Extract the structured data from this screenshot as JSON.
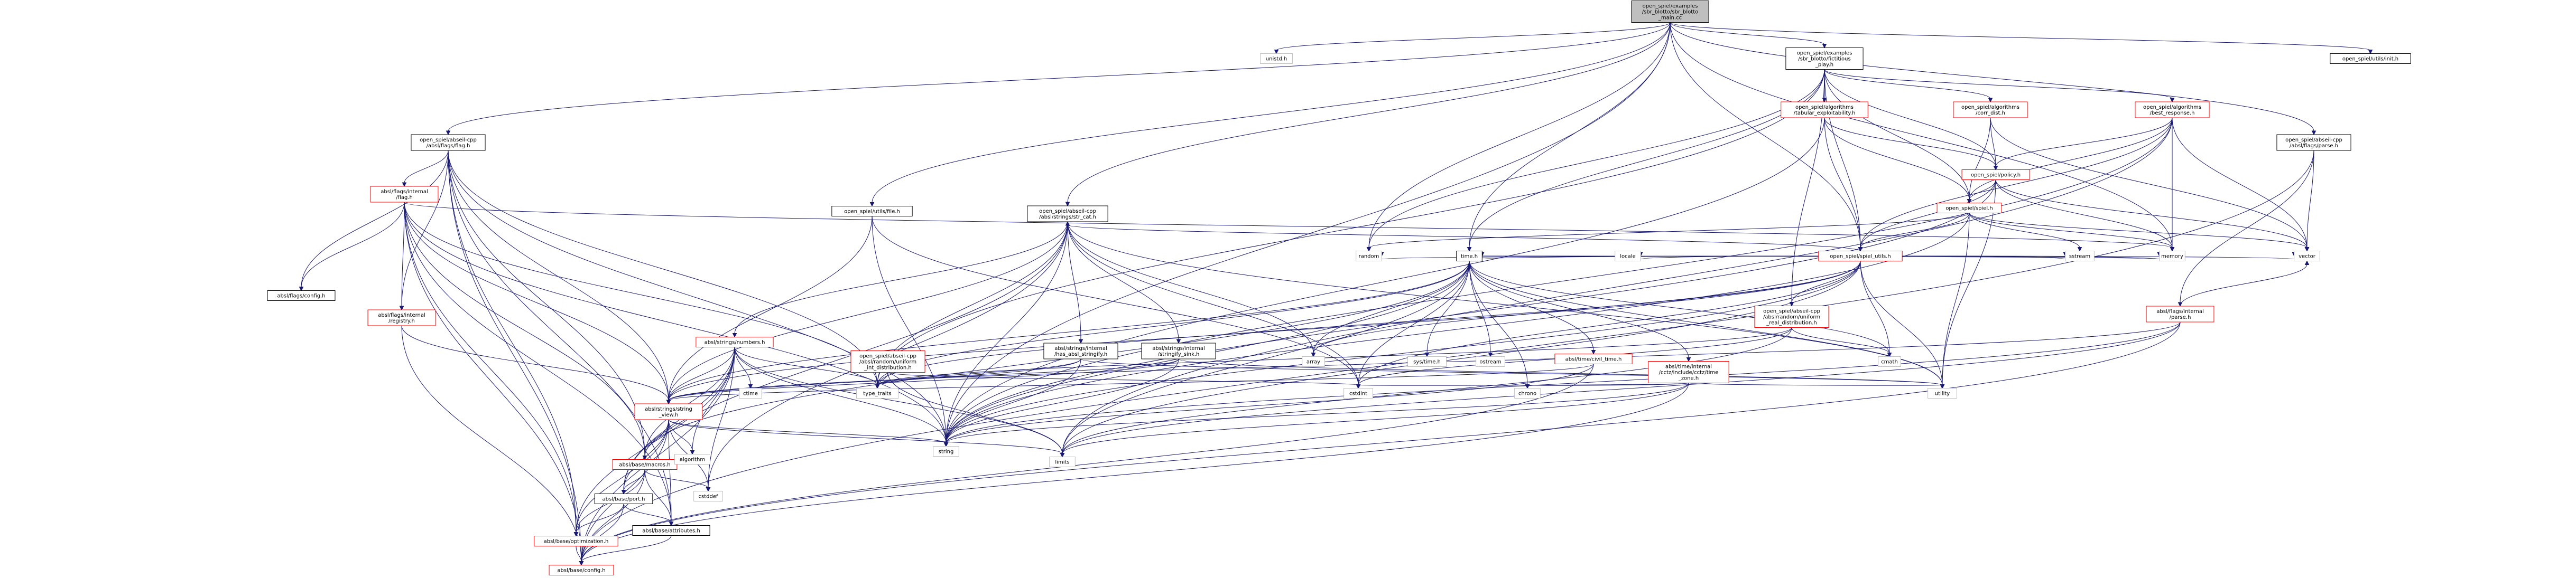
{
  "colors": {
    "edge": "#191970",
    "root_fill": "#bfbfbf",
    "node_fill": "#ffffff",
    "node_stroke": "#000000",
    "partial_stroke": "#ff0000",
    "external_stroke": "#bfbfbf"
  },
  "nodes": [
    {
      "id": "root",
      "lines": [
        "open_spiel/examples",
        "/sbr_blotto/sbr_blotto",
        "_main.cc"
      ],
      "kind": "root"
    },
    {
      "id": "unistd",
      "lines": [
        "unistd.h"
      ],
      "kind": "external"
    },
    {
      "id": "fict",
      "lines": [
        "open_spiel/examples",
        "/sbr_blotto/fictitious",
        "_play.h"
      ],
      "kind": "normal"
    },
    {
      "id": "init",
      "lines": [
        "open_spiel/utils/init.h"
      ],
      "kind": "normal"
    },
    {
      "id": "flag",
      "lines": [
        "open_spiel/abseil-cpp",
        "/absl/flags/flag.h"
      ],
      "kind": "normal"
    },
    {
      "id": "tabexp",
      "lines": [
        "open_spiel/algorithms",
        "/tabular_exploitability.h"
      ],
      "kind": "partial"
    },
    {
      "id": "corrdist",
      "lines": [
        "open_spiel/algorithms",
        "/corr_dist.h"
      ],
      "kind": "partial"
    },
    {
      "id": "bestresp",
      "lines": [
        "open_spiel/algorithms",
        "/best_response.h"
      ],
      "kind": "partial"
    },
    {
      "id": "parse",
      "lines": [
        "open_spiel/abseil-cpp",
        "/absl/flags/parse.h"
      ],
      "kind": "normal"
    },
    {
      "id": "policy",
      "lines": [
        "open_spiel/policy.h"
      ],
      "kind": "partial"
    },
    {
      "id": "spiel",
      "lines": [
        "open_spiel/spiel.h"
      ],
      "kind": "partial"
    },
    {
      "id": "spielutils",
      "lines": [
        "open_spiel/spiel_utils.h"
      ],
      "kind": "partial"
    },
    {
      "id": "flaginternal",
      "lines": [
        "absl/flags/internal",
        "/flag.h"
      ],
      "kind": "partial"
    },
    {
      "id": "file",
      "lines": [
        "open_spiel/utils/file.h"
      ],
      "kind": "normal"
    },
    {
      "id": "strcat",
      "lines": [
        "open_spiel/abseil-cpp",
        "/absl/strings/str_cat.h"
      ],
      "kind": "normal"
    },
    {
      "id": "time",
      "lines": [
        "time.h"
      ],
      "kind": "normal"
    },
    {
      "id": "uniformreal",
      "lines": [
        "open_spiel/abseil-cpp",
        "/absl/random/uniform",
        "_real_distribution.h"
      ],
      "kind": "partial"
    },
    {
      "id": "parseinternal",
      "lines": [
        "absl/flags/internal",
        "/parse.h"
      ],
      "kind": "partial"
    },
    {
      "id": "flagsconfig",
      "lines": [
        "absl/flags/config.h"
      ],
      "kind": "normal"
    },
    {
      "id": "registry",
      "lines": [
        "absl/flags/internal",
        "/registry.h"
      ],
      "kind": "partial"
    },
    {
      "id": "numbers",
      "lines": [
        "absl/strings/numbers.h"
      ],
      "kind": "partial"
    },
    {
      "id": "uniformint",
      "lines": [
        "open_spiel/abseil-cpp",
        "/absl/random/uniform",
        "_int_distribution.h"
      ],
      "kind": "partial"
    },
    {
      "id": "hasstringify",
      "lines": [
        "absl/strings/internal",
        "/has_absl_stringify.h"
      ],
      "kind": "normal"
    },
    {
      "id": "stringifysink",
      "lines": [
        "absl/strings/internal",
        "/stringify_sink.h"
      ],
      "kind": "normal"
    },
    {
      "id": "civiltime",
      "lines": [
        "absl/time/civil_time.h"
      ],
      "kind": "partial"
    },
    {
      "id": "cctz",
      "lines": [
        "absl/time/internal",
        "/cctz/include/cctz/time",
        "_zone.h"
      ],
      "kind": "partial"
    },
    {
      "id": "stringview",
      "lines": [
        "absl/strings/string",
        "_view.h"
      ],
      "kind": "partial"
    },
    {
      "id": "macros",
      "lines": [
        "absl/base/macros.h"
      ],
      "kind": "partial"
    },
    {
      "id": "port",
      "lines": [
        "absl/base/port.h"
      ],
      "kind": "normal"
    },
    {
      "id": "attributes",
      "lines": [
        "absl/base/attributes.h"
      ],
      "kind": "normal"
    },
    {
      "id": "optimization",
      "lines": [
        "absl/base/optimization.h"
      ],
      "kind": "partial"
    },
    {
      "id": "baseconfig",
      "lines": [
        "absl/base/config.h"
      ],
      "kind": "partial"
    },
    {
      "id": "random",
      "lines": [
        "random"
      ],
      "kind": "external"
    },
    {
      "id": "locale",
      "lines": [
        "locale"
      ],
      "kind": "external"
    },
    {
      "id": "sstream",
      "lines": [
        "sstream"
      ],
      "kind": "external"
    },
    {
      "id": "memory",
      "lines": [
        "memory"
      ],
      "kind": "external"
    },
    {
      "id": "vector",
      "lines": [
        "vector"
      ],
      "kind": "external"
    },
    {
      "id": "array",
      "lines": [
        "array"
      ],
      "kind": "external"
    },
    {
      "id": "systime",
      "lines": [
        "sys/time.h"
      ],
      "kind": "external"
    },
    {
      "id": "ostream",
      "lines": [
        "ostream"
      ],
      "kind": "external"
    },
    {
      "id": "cmath",
      "lines": [
        "cmath"
      ],
      "kind": "external"
    },
    {
      "id": "cstdint",
      "lines": [
        "cstdint"
      ],
      "kind": "external"
    },
    {
      "id": "chrono",
      "lines": [
        "chrono"
      ],
      "kind": "external"
    },
    {
      "id": "utility",
      "lines": [
        "utility"
      ],
      "kind": "external"
    },
    {
      "id": "typetraits",
      "lines": [
        "type_traits"
      ],
      "kind": "external"
    },
    {
      "id": "ctime",
      "lines": [
        "ctime"
      ],
      "kind": "external"
    },
    {
      "id": "algorithm",
      "lines": [
        "algorithm"
      ],
      "kind": "external"
    },
    {
      "id": "cstddef",
      "lines": [
        "cstddef"
      ],
      "kind": "external"
    },
    {
      "id": "string",
      "lines": [
        "string"
      ],
      "kind": "external"
    },
    {
      "id": "limits",
      "lines": [
        "limits"
      ],
      "kind": "external"
    }
  ],
  "edges": [
    [
      "root",
      "unistd"
    ],
    [
      "root",
      "fict"
    ],
    [
      "root",
      "init"
    ],
    [
      "root",
      "flag"
    ],
    [
      "root",
      "parse"
    ],
    [
      "root",
      "file"
    ],
    [
      "root",
      "spielutils"
    ],
    [
      "root",
      "strcat"
    ],
    [
      "root",
      "time"
    ],
    [
      "root",
      "random"
    ],
    [
      "root",
      "memory"
    ],
    [
      "root",
      "string"
    ],
    [
      "fict",
      "tabexp"
    ],
    [
      "fict",
      "corrdist"
    ],
    [
      "fict",
      "bestresp"
    ],
    [
      "fict",
      "policy"
    ],
    [
      "fict",
      "spiel"
    ],
    [
      "fict",
      "spielutils"
    ],
    [
      "fict",
      "uniformreal"
    ],
    [
      "fict",
      "time"
    ],
    [
      "fict",
      "random"
    ],
    [
      "fict",
      "typetraits"
    ],
    [
      "tabexp",
      "spiel"
    ],
    [
      "tabexp",
      "policy"
    ],
    [
      "tabexp",
      "spielutils"
    ],
    [
      "tabexp",
      "string"
    ],
    [
      "corrdist",
      "policy"
    ],
    [
      "corrdist",
      "spiel"
    ],
    [
      "corrdist",
      "vector"
    ],
    [
      "bestresp",
      "policy"
    ],
    [
      "bestresp",
      "spiel"
    ],
    [
      "bestresp",
      "spielutils"
    ],
    [
      "bestresp",
      "memory"
    ],
    [
      "bestresp",
      "vector"
    ],
    [
      "bestresp",
      "string"
    ],
    [
      "bestresp",
      "limits"
    ],
    [
      "policy",
      "spiel"
    ],
    [
      "policy",
      "spielutils"
    ],
    [
      "policy",
      "memory"
    ],
    [
      "policy",
      "string"
    ],
    [
      "policy",
      "utility"
    ],
    [
      "policy",
      "vector"
    ],
    [
      "spiel",
      "spielutils"
    ],
    [
      "spiel",
      "sstream"
    ],
    [
      "spiel",
      "memory"
    ],
    [
      "spiel",
      "random"
    ],
    [
      "spiel",
      "string"
    ],
    [
      "spiel",
      "utility"
    ],
    [
      "spiel",
      "vector"
    ],
    [
      "spielutils",
      "strcat"
    ],
    [
      "spielutils",
      "time"
    ],
    [
      "spielutils",
      "uniformreal"
    ],
    [
      "spielutils",
      "locale"
    ],
    [
      "spielutils",
      "sstream"
    ],
    [
      "spielutils",
      "random"
    ],
    [
      "spielutils",
      "array"
    ],
    [
      "spielutils",
      "cmath"
    ],
    [
      "spielutils",
      "cstdint"
    ],
    [
      "spielutils",
      "memory"
    ],
    [
      "spielutils",
      "string"
    ],
    [
      "spielutils",
      "typetraits"
    ],
    [
      "spielutils",
      "utility"
    ],
    [
      "spielutils",
      "vector"
    ],
    [
      "spielutils",
      "limits"
    ],
    [
      "spielutils",
      "stringview"
    ],
    [
      "flag",
      "flagsconfig"
    ],
    [
      "flag",
      "flaginternal"
    ],
    [
      "flag",
      "registry"
    ],
    [
      "flag",
      "stringview"
    ],
    [
      "flag",
      "attributes"
    ],
    [
      "flag",
      "baseconfig"
    ],
    [
      "flag",
      "optimization"
    ],
    [
      "flag",
      "macros"
    ],
    [
      "flag",
      "string"
    ],
    [
      "flag",
      "typetraits"
    ],
    [
      "flaginternal",
      "flagsconfig"
    ],
    [
      "flaginternal",
      "registry"
    ],
    [
      "flaginternal",
      "stringview"
    ],
    [
      "flaginternal",
      "baseconfig"
    ],
    [
      "flaginternal",
      "attributes"
    ],
    [
      "flaginternal",
      "optimization"
    ],
    [
      "flaginternal",
      "macros"
    ],
    [
      "flaginternal",
      "memory"
    ],
    [
      "flaginternal",
      "string"
    ],
    [
      "flaginternal",
      "typetraits"
    ],
    [
      "registry",
      "stringview"
    ],
    [
      "registry",
      "baseconfig"
    ],
    [
      "parse",
      "parseinternal"
    ],
    [
      "parse",
      "vector"
    ],
    [
      "parse",
      "baseconfig"
    ],
    [
      "parseinternal",
      "vector"
    ],
    [
      "parseinternal",
      "string"
    ],
    [
      "parseinternal",
      "baseconfig"
    ],
    [
      "parseinternal",
      "limits"
    ],
    [
      "parseinternal",
      "stringview"
    ],
    [
      "file",
      "stringview"
    ],
    [
      "file",
      "cstdint"
    ],
    [
      "file",
      "string"
    ],
    [
      "strcat",
      "numbers"
    ],
    [
      "strcat",
      "hasstringify"
    ],
    [
      "strcat",
      "stringifysink"
    ],
    [
      "strcat",
      "stringview"
    ],
    [
      "strcat",
      "port"
    ],
    [
      "strcat",
      "array"
    ],
    [
      "strcat",
      "cstdint"
    ],
    [
      "strcat",
      "string"
    ],
    [
      "strcat",
      "typetraits"
    ],
    [
      "strcat",
      "utility"
    ],
    [
      "strcat",
      "cstddef"
    ],
    [
      "time",
      "civiltime"
    ],
    [
      "time",
      "cctz"
    ],
    [
      "time",
      "stringview"
    ],
    [
      "time",
      "systime"
    ],
    [
      "time",
      "ostream"
    ],
    [
      "time",
      "cmath"
    ],
    [
      "time",
      "cstdint"
    ],
    [
      "time",
      "chrono"
    ],
    [
      "time",
      "utility"
    ],
    [
      "time",
      "string"
    ],
    [
      "time",
      "limits"
    ],
    [
      "time",
      "typetraits"
    ],
    [
      "time",
      "memory"
    ],
    [
      "time",
      "array"
    ],
    [
      "time",
      "macros"
    ],
    [
      "uniformreal",
      "cmath"
    ],
    [
      "uniformreal",
      "cstdint"
    ],
    [
      "uniformreal",
      "limits"
    ],
    [
      "uniformreal",
      "typetraits"
    ],
    [
      "numbers",
      "stringview"
    ],
    [
      "numbers",
      "macros"
    ],
    [
      "numbers",
      "port"
    ],
    [
      "numbers",
      "baseconfig"
    ],
    [
      "numbers",
      "optimization"
    ],
    [
      "numbers",
      "ctime"
    ],
    [
      "numbers",
      "cstddef"
    ],
    [
      "numbers",
      "limits"
    ],
    [
      "numbers",
      "string"
    ],
    [
      "numbers",
      "typetraits"
    ],
    [
      "numbers",
      "algorithm"
    ],
    [
      "uniformint",
      "typetraits"
    ],
    [
      "uniformint",
      "limits"
    ],
    [
      "uniformint",
      "cstdint"
    ],
    [
      "hasstringify",
      "stringview"
    ],
    [
      "hasstringify",
      "typetraits"
    ],
    [
      "hasstringify",
      "string"
    ],
    [
      "hasstringify",
      "utility"
    ],
    [
      "stringifysink",
      "stringview"
    ],
    [
      "stringifysink",
      "string"
    ],
    [
      "stringifysink",
      "utility"
    ],
    [
      "stringifysink",
      "typetraits"
    ],
    [
      "civiltime",
      "stringview"
    ],
    [
      "civiltime",
      "string"
    ],
    [
      "civiltime",
      "baseconfig"
    ],
    [
      "cctz",
      "chrono"
    ],
    [
      "cctz",
      "cstdint"
    ],
    [
      "cctz",
      "limits"
    ],
    [
      "cctz",
      "string"
    ],
    [
      "cctz",
      "utility"
    ],
    [
      "cctz",
      "baseconfig"
    ],
    [
      "stringview",
      "algorithm"
    ],
    [
      "stringview",
      "cstddef"
    ],
    [
      "stringview",
      "string"
    ],
    [
      "stringview",
      "limits"
    ],
    [
      "stringview",
      "macros"
    ],
    [
      "stringview",
      "port"
    ],
    [
      "stringview",
      "attributes"
    ],
    [
      "stringview",
      "optimization"
    ],
    [
      "stringview",
      "baseconfig"
    ],
    [
      "macros",
      "cstddef"
    ],
    [
      "macros",
      "port"
    ],
    [
      "macros",
      "attributes"
    ],
    [
      "macros",
      "optimization"
    ],
    [
      "macros",
      "baseconfig"
    ],
    [
      "port",
      "attributes"
    ],
    [
      "port",
      "optimization"
    ],
    [
      "port",
      "baseconfig"
    ],
    [
      "attributes",
      "baseconfig"
    ],
    [
      "optimization",
      "baseconfig"
    ]
  ]
}
